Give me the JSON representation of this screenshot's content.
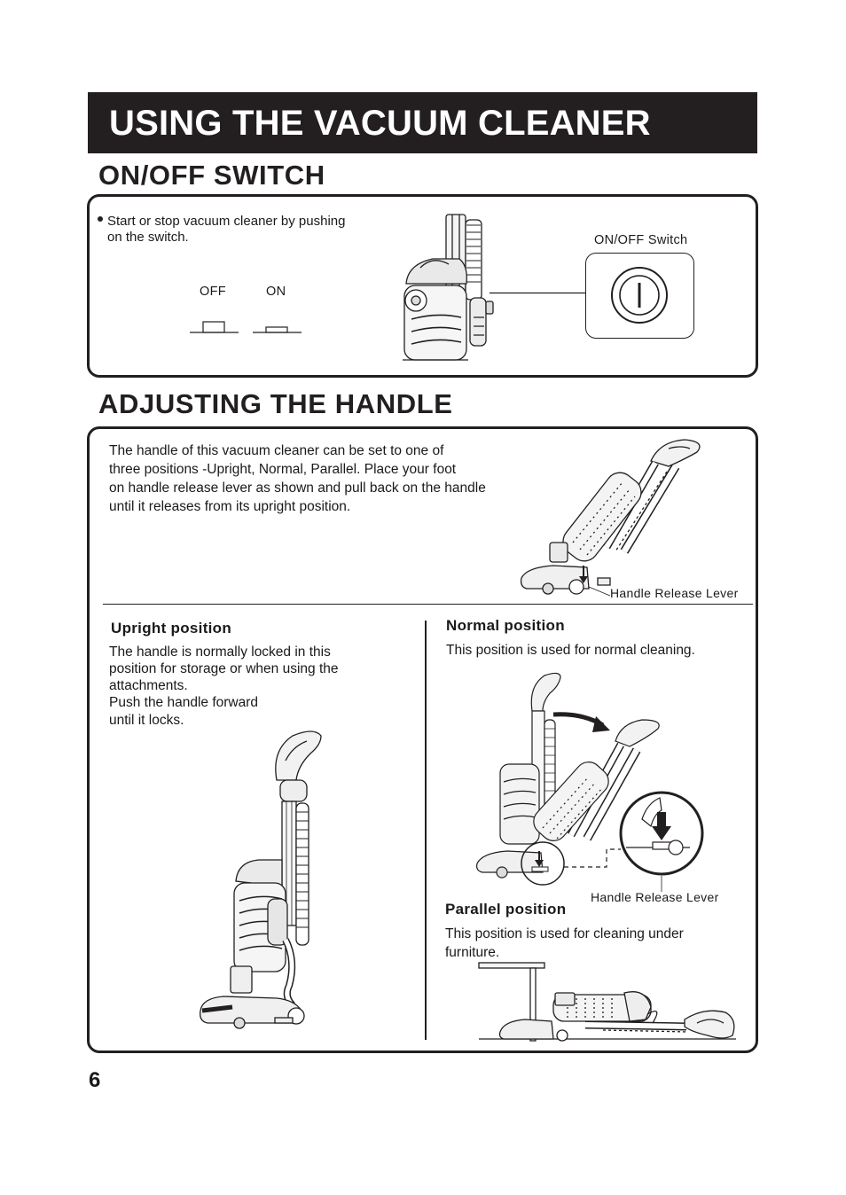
{
  "header": {
    "title": "USING THE VACUUM CLEANER"
  },
  "on_off": {
    "heading": "ON/OFF SWITCH",
    "bullet_line1": "Start or stop vacuum cleaner by pushing",
    "bullet_line2": "on the switch.",
    "off_label": "OFF",
    "on_label": "ON",
    "switch_label": "ON/OFF Switch"
  },
  "adjusting": {
    "heading": "ADJUSTING THE HANDLE",
    "intro": [
      "The handle of this vacuum cleaner can be set to one of",
      "three positions -Upright, Normal, Parallel. Place your foot",
      "on handle release lever as shown and pull back on the handle",
      "until it releases from its upright position."
    ],
    "release_lever_label": "Handle Release Lever",
    "upright": {
      "title": "Upright position",
      "lines": [
        "The handle is normally locked in this",
        "position for storage or when using the",
        "attachments.",
        "Push the handle forward",
        "until it locks."
      ]
    },
    "normal": {
      "title": "Normal position",
      "text": "This position is used for normal cleaning.",
      "release_lever_label": "Handle Release Lever"
    },
    "parallel": {
      "title": "Parallel position",
      "lines": [
        "This position is used for cleaning under",
        "furniture."
      ]
    }
  },
  "page_number": "6"
}
